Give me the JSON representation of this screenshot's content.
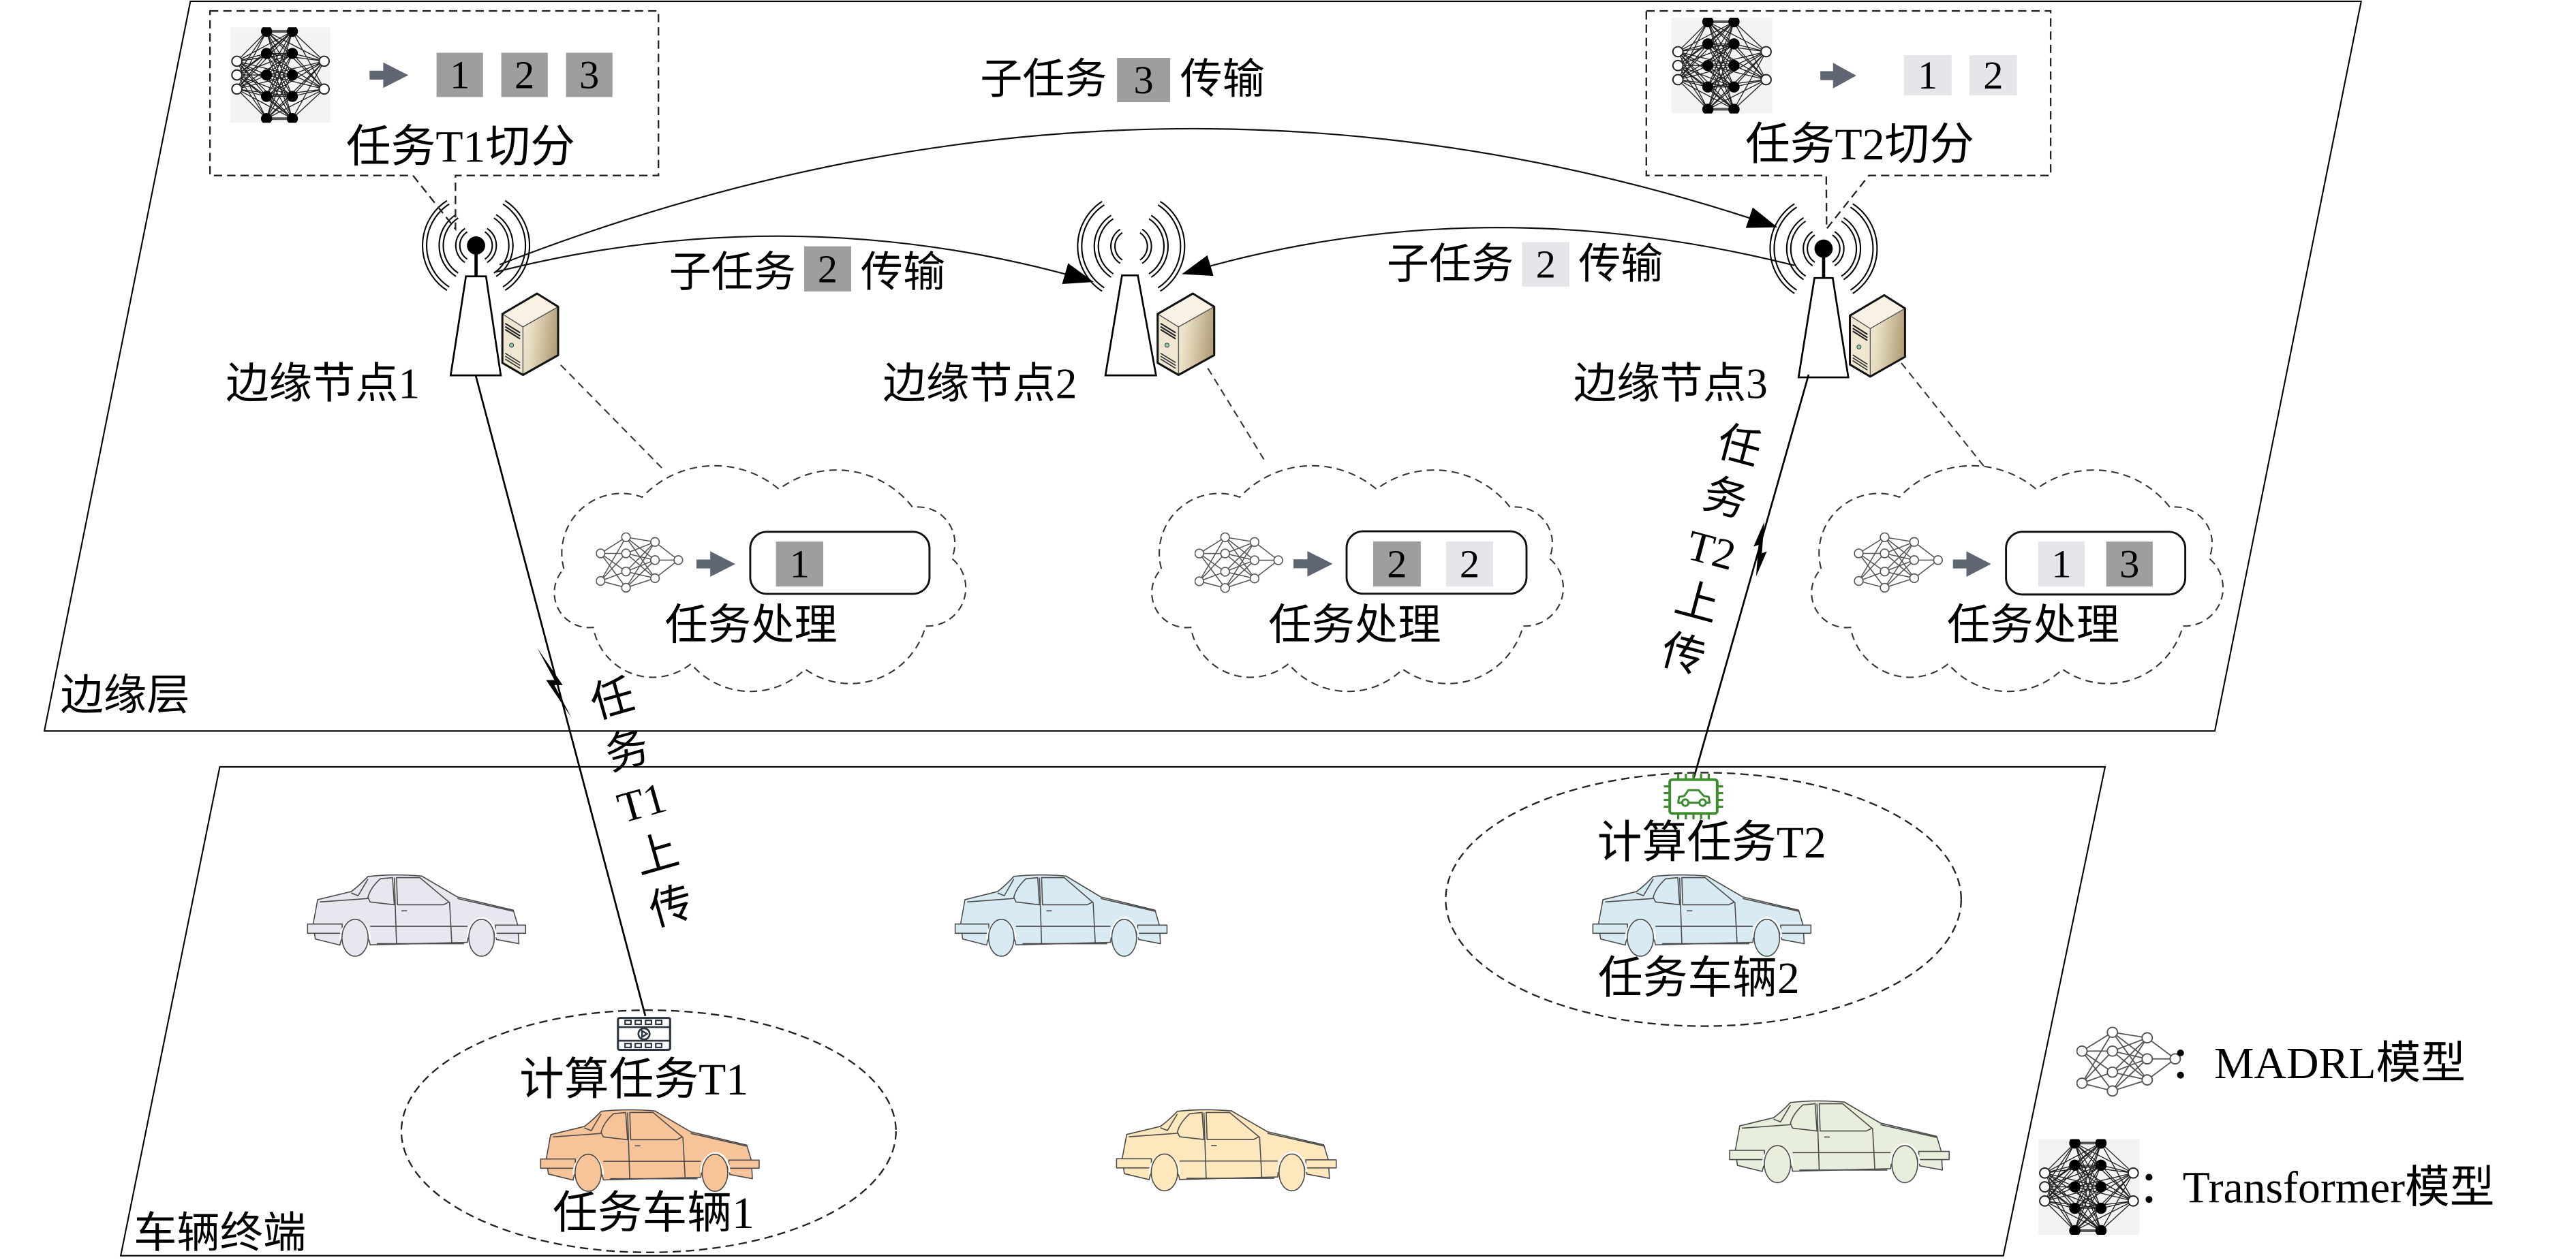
{
  "layers": {
    "edge_label": "边缘层",
    "vehicle_label": "车辆终端"
  },
  "edge_nodes": [
    {
      "label": "边缘节点1",
      "icon": "base-station-icon",
      "server_icon": "server-icon"
    },
    {
      "label": "边缘节点2",
      "icon": "base-station-icon",
      "server_icon": "server-icon"
    },
    {
      "label": "边缘节点3",
      "icon": "base-station-icon",
      "server_icon": "server-icon"
    }
  ],
  "task_split": [
    {
      "title": "任务T1切分",
      "model_icon": "transformer-network-icon",
      "subtasks": [
        {
          "id": "1",
          "fill": "#9e9e9e",
          "text_color": "#ffffff"
        },
        {
          "id": "2",
          "fill": "#9e9e9e",
          "text_color": "#ffffff"
        },
        {
          "id": "3",
          "fill": "#9e9e9e",
          "text_color": "#ffffff"
        }
      ]
    },
    {
      "title": "任务T2切分",
      "model_icon": "transformer-network-icon",
      "subtasks": [
        {
          "id": "1",
          "fill": "#e6e6ea",
          "text_color": "#1a1a1a"
        },
        {
          "id": "2",
          "fill": "#e6e6ea",
          "text_color": "#1a1a1a"
        }
      ]
    }
  ],
  "transfers": [
    {
      "prefix": "子任务",
      "subtask": "3",
      "suffix": "传输",
      "fill": "#9e9e9e",
      "text_color": "#ffffff"
    },
    {
      "prefix": "子任务",
      "subtask": "2",
      "suffix": "传输",
      "fill": "#9e9e9e",
      "text_color": "#ffffff"
    },
    {
      "prefix": "子任务",
      "subtask": "2",
      "suffix": "传输",
      "fill": "#e6e6ea",
      "text_color": "#1a1a1a"
    }
  ],
  "processing": [
    {
      "label": "任务处理",
      "model_icon": "madrl-network-icon",
      "subtasks": [
        {
          "id": "1",
          "fill": "#9e9e9e",
          "text_color": "#ffffff"
        }
      ]
    },
    {
      "label": "任务处理",
      "model_icon": "madrl-network-icon",
      "subtasks": [
        {
          "id": "2",
          "fill": "#9e9e9e",
          "text_color": "#ffffff"
        },
        {
          "id": "2",
          "fill": "#e6e6ea",
          "text_color": "#1a1a1a"
        }
      ]
    },
    {
      "label": "任务处理",
      "model_icon": "madrl-network-icon",
      "subtasks": [
        {
          "id": "1",
          "fill": "#e6e6ea",
          "text_color": "#1a1a1a"
        },
        {
          "id": "3",
          "fill": "#9e9e9e",
          "text_color": "#ffffff"
        }
      ]
    }
  ],
  "uploads": [
    {
      "segments": [
        "任",
        "务",
        "T1",
        "上",
        "传"
      ],
      "icon": "lightning-link-icon"
    },
    {
      "segments": [
        "任",
        "务",
        "T2",
        "上",
        "传"
      ],
      "icon": "lightning-link-icon"
    }
  ],
  "task_vehicles": [
    {
      "task": "计算任务T1",
      "vehicle": "任务车辆1",
      "task_icon": "film-play-icon",
      "car_color": "#f7c49a"
    },
    {
      "task": "计算任务T2",
      "vehicle": "任务车辆2",
      "task_icon": "chip-car-icon",
      "car_color": "#d8ebf2"
    }
  ],
  "other_vehicles": [
    {
      "car_color": "#e8e6ee"
    },
    {
      "car_color": "#d8ebf2"
    },
    {
      "car_color": "#fde8bd"
    },
    {
      "car_color": "#e7eedb"
    }
  ],
  "legend": [
    {
      "icon": "madrl-network-icon",
      "label": "：MADRL模型"
    },
    {
      "icon": "transformer-network-icon",
      "label": "：Transformer模型"
    }
  ],
  "colors": {
    "block_arrow": "#5f6671",
    "film_icon": "#2c3440",
    "chip_icon": "#3d8b2f",
    "server_led": "#8cc7a9"
  }
}
